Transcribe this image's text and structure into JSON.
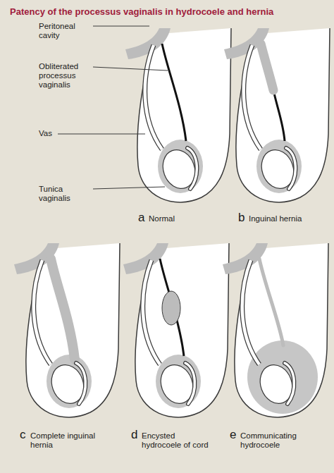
{
  "diagram": {
    "title": "Patency of the processus vaginalis in hydrocoele and hernia",
    "labels": [
      "Peritoneal cavity",
      "Obliterated processus vaginalis",
      "Vas",
      "Tunica vaginalis",
      "a",
      "Normal",
      "b",
      "Inguinal hernia",
      "c",
      "Complete inguinal hernia",
      "d",
      "Encysted hydrocoele of cord",
      "e",
      "Communicating hydrocoele"
    ]
  }
}
